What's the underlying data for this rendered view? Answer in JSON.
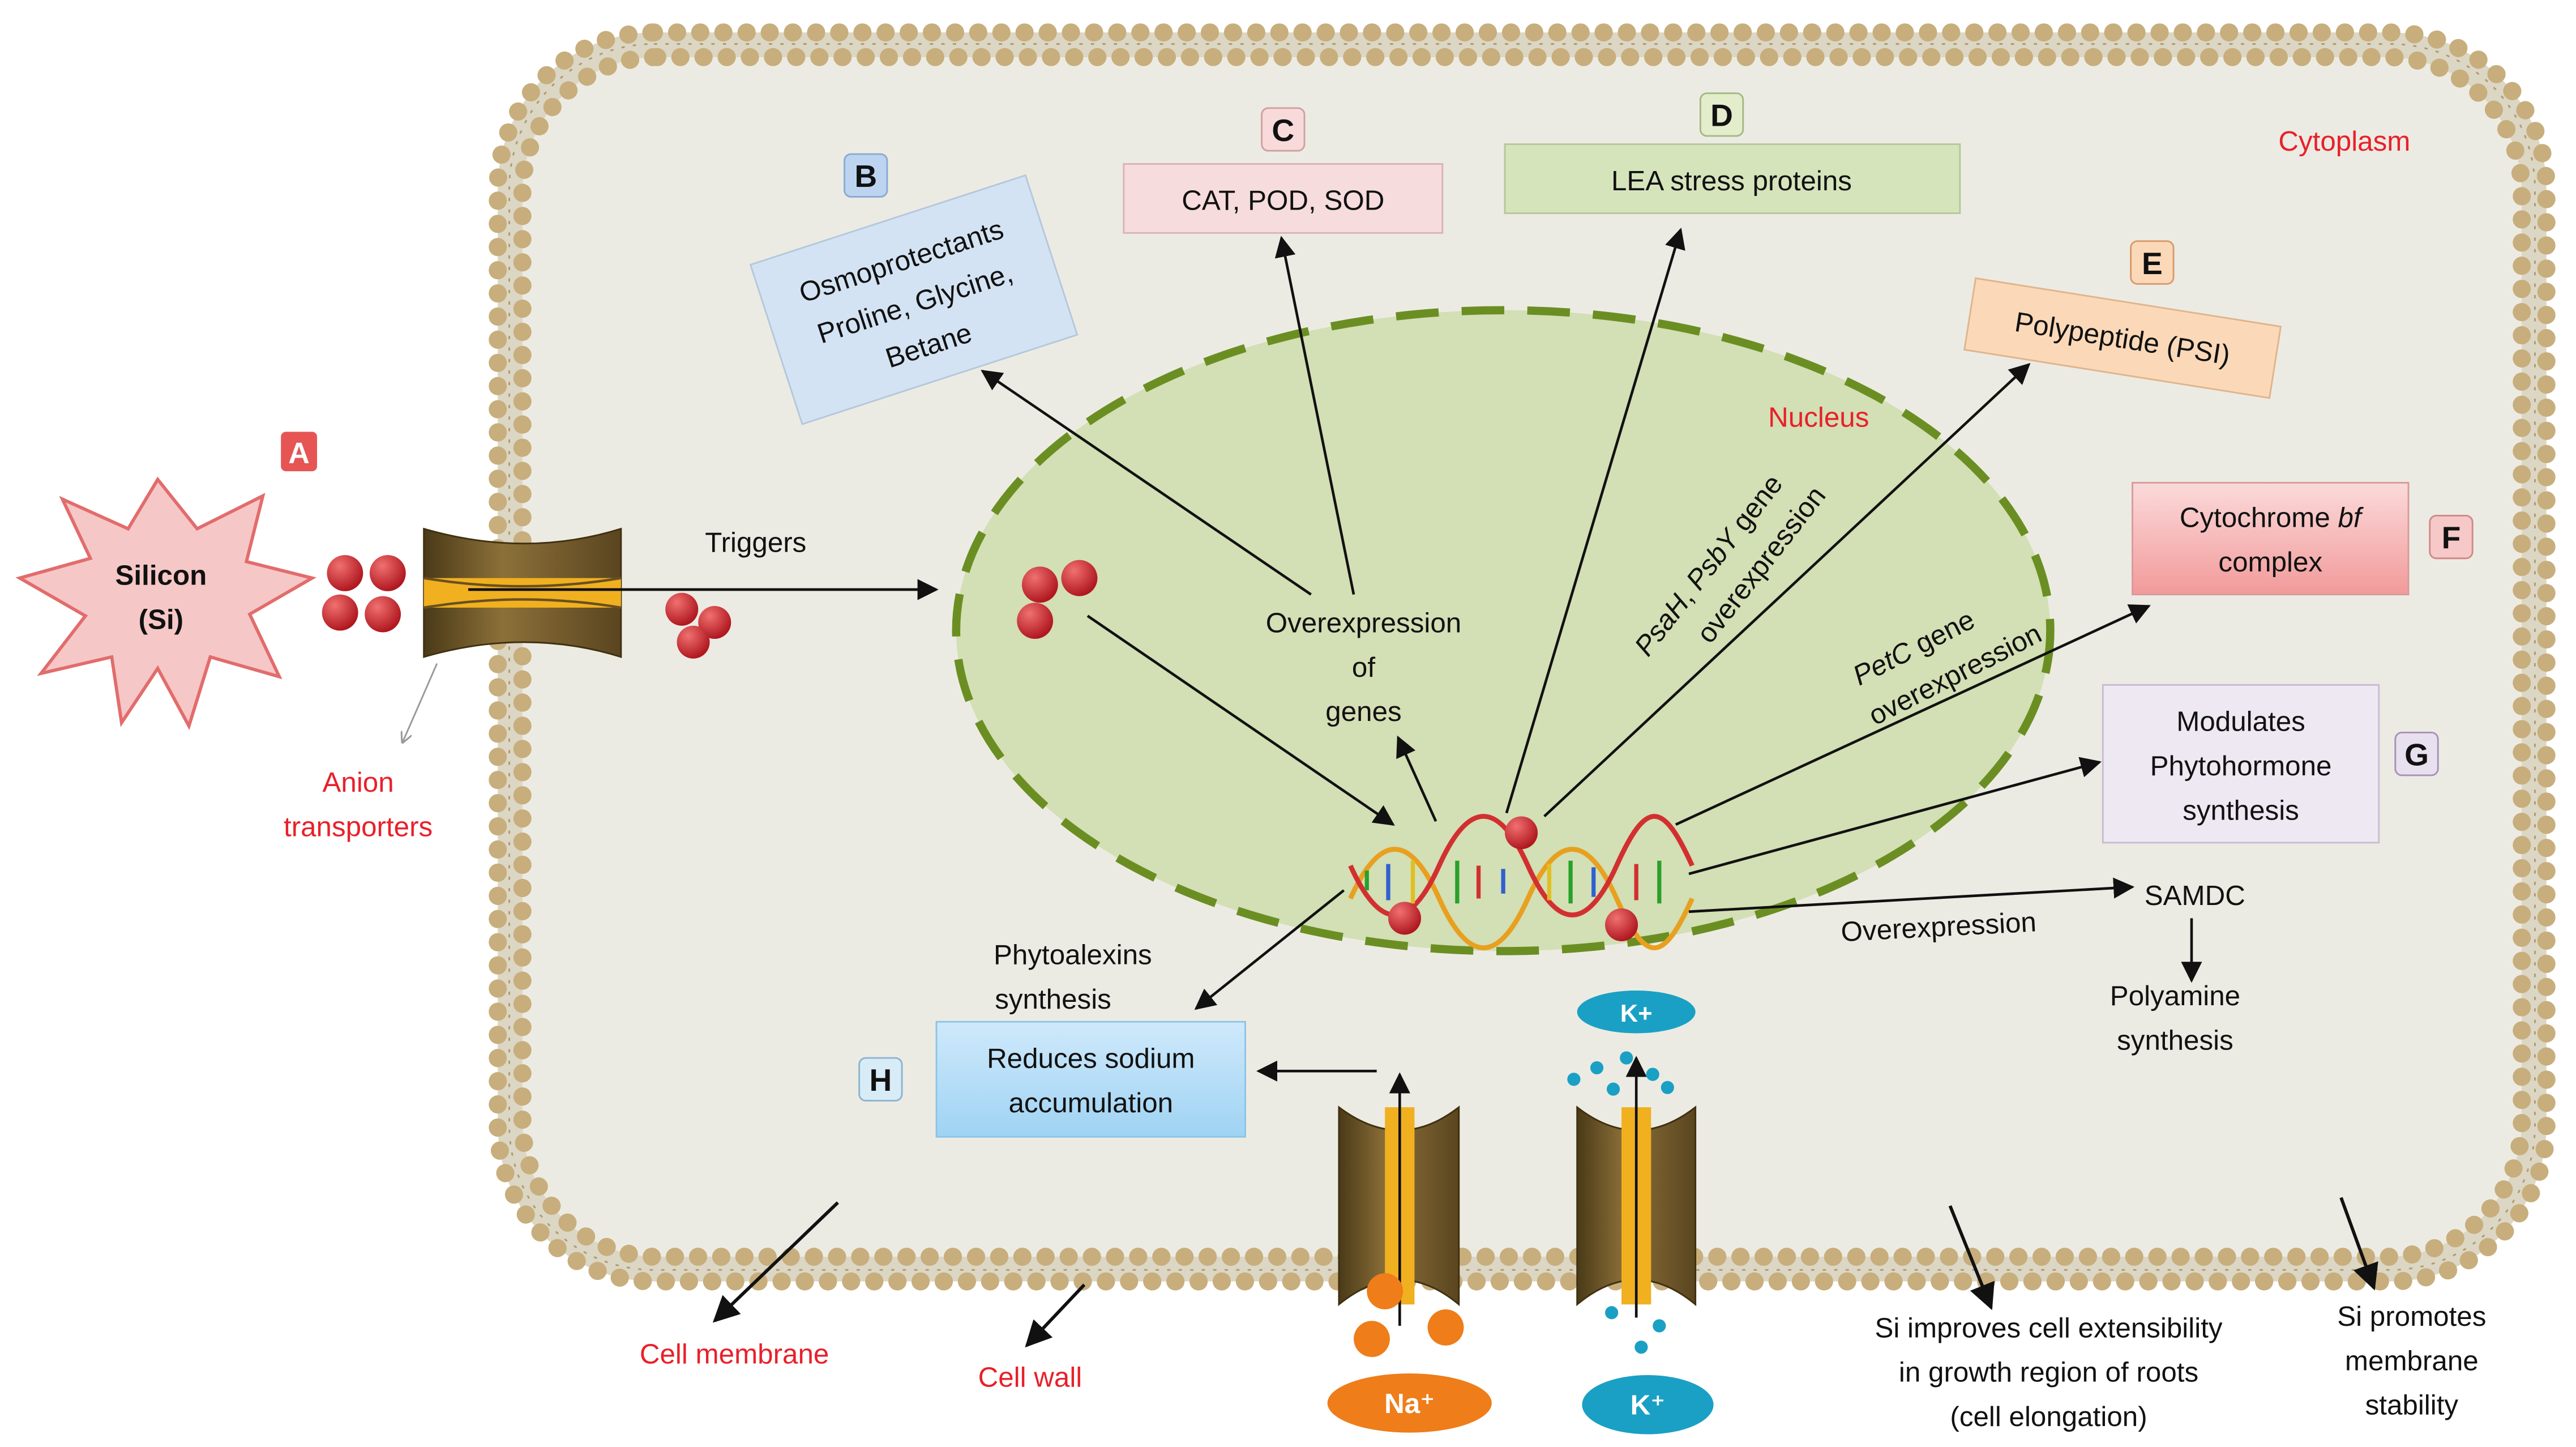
{
  "labels": {
    "A": "A",
    "B": "B",
    "C": "C",
    "D": "D",
    "E": "E",
    "F": "F",
    "G": "G",
    "H": "H"
  },
  "silicon": {
    "line1": "Silicon",
    "line2": "(Si)"
  },
  "anion": {
    "line1": "Anion",
    "line2": "transporters"
  },
  "triggers": "Triggers",
  "cytoplasm": "Cytoplasm",
  "nucleus": "Nucleus",
  "overexpression_genes": {
    "line1": "Overexpression",
    "line2": "of",
    "line3": "genes"
  },
  "osmoprotectants": {
    "line1": "Osmoprotectants",
    "line2": "Proline, Glycine,",
    "line3": "Betane"
  },
  "cat_pod_sod": "CAT, POD, SOD",
  "lea": "LEA stress proteins",
  "polypeptide": "Polypeptide (PSI)",
  "cytochrome": {
    "line1a": "Cytochrome ",
    "line1b": "bf",
    "line2": "complex"
  },
  "psah": {
    "line1a": "PsaH",
    "line1b": ", ",
    "line1c": "PsbY",
    "line1d": " gene",
    "line2": "overexpression"
  },
  "petc": {
    "line1a": "PetC",
    "line1b": " gene",
    "line2": "overexpression"
  },
  "modulates": {
    "line1": "Modulates",
    "line2": "Phytohormone",
    "line3": "synthesis"
  },
  "overexpression_samdc": "Overexpression",
  "samdc": "SAMDC",
  "polyamine": {
    "line1": "Polyamine",
    "line2": "synthesis"
  },
  "phytoalexins": {
    "line1": "Phytoalexins",
    "line2": "synthesis"
  },
  "reduces_sodium": {
    "line1": "Reduces sodium",
    "line2": "accumulation"
  },
  "k_plus_top": "K+",
  "k_plus_bottom": "K⁺",
  "na_plus": "Na⁺",
  "cell_membrane": "Cell membrane",
  "cell_wall": "Cell wall",
  "extensibility": {
    "line1": "Si improves cell extensibility",
    "line2": "in growth region of roots",
    "line3": "(cell elongation)"
  },
  "membrane_stability": {
    "line1": "Si promotes",
    "line2": "membrane",
    "line3": "stability"
  },
  "colors": {
    "red_text": "#e8202a",
    "cell_fill": "#eaebe3",
    "nucleus_fill": "#cfdcae",
    "nucleus_dash": "#6b8e23",
    "membrane_bead": "#c4ab78",
    "channel_brown": "#7a5e2a",
    "channel_core": "#f0b020",
    "red_ball": "#c0202a",
    "k_blue": "#1aa0c4",
    "na_orange": "#ee7d1a"
  }
}
